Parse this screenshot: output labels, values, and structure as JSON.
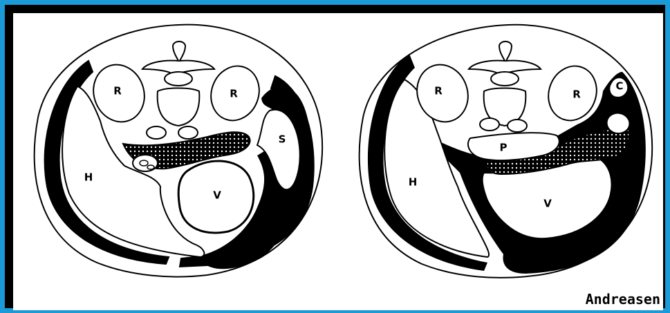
{
  "credit": "Andreasen",
  "colors": {
    "border": "#1a9ad6",
    "frame": "#000000",
    "background": "#ffffff",
    "ink": "#000000"
  },
  "left_section": {
    "labels": {
      "R1": "R",
      "R2": "R",
      "S": "S",
      "H": "H",
      "V": "V"
    }
  },
  "right_section": {
    "labels": {
      "R1": "R",
      "R2": "R",
      "C": "C",
      "P": "P",
      "H": "H",
      "V": "V"
    }
  }
}
